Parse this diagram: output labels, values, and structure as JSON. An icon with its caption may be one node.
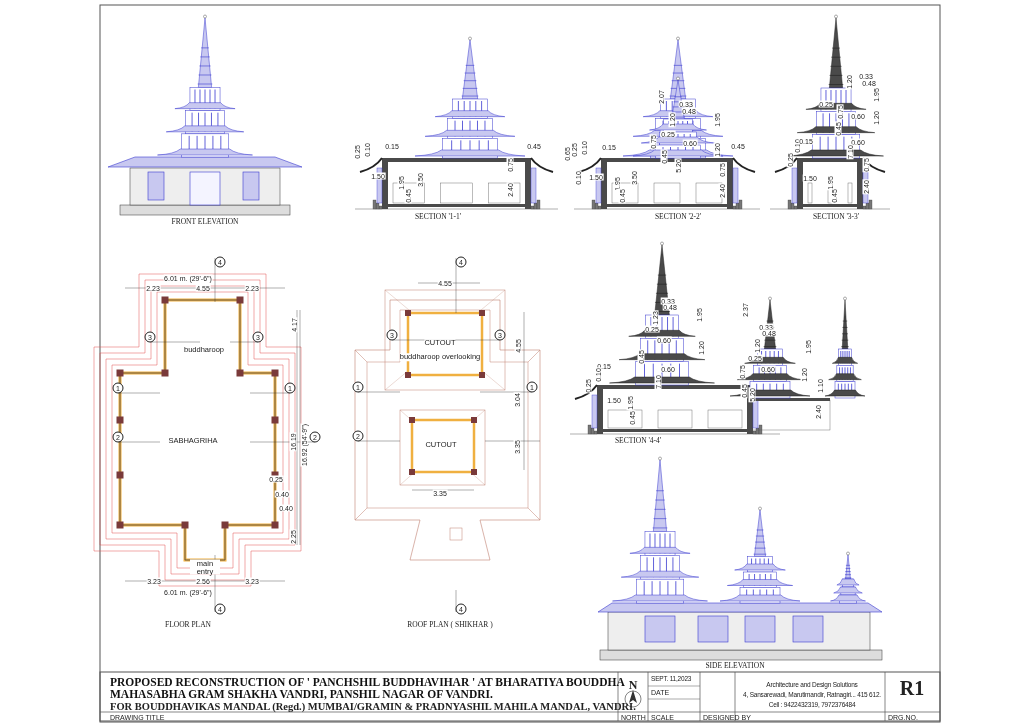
{
  "diagram": {
    "title": "PROPOSED RECONSTRUCTION OF ' PANCHSHIL BUDDHAVIHAR ' AT BHARATIYA BOUDDHA MAHASABHA GRAM SHAKHA VANDRI, PANSHIL NAGAR OF VANDRI.",
    "labels": [
      "FRONT ELEVATION",
      "0.25",
      "0.10",
      "0.15",
      "0.45",
      "1.50",
      "1.95",
      "0.45",
      "3.50",
      "0.75",
      "2.40",
      "SECTION '1-1'",
      "0.65",
      "0.25",
      "0.10",
      "0.15",
      "0.10",
      "1.50",
      "1.95",
      "0.45",
      "3.50",
      "2.07",
      "0.33",
      "0.48",
      "1.20",
      "1.95",
      "0.25",
      "0.75",
      "0.60",
      "1.20",
      "0.45",
      "5.20",
      "0.45",
      "0.75",
      "2.40",
      "SECTION '2-2'",
      "0.33",
      "0.48",
      "1.20",
      "1.95",
      "0.25",
      "0.75",
      "0.60",
      "1.20",
      "0.45",
      "0.10",
      "0.15",
      "0.60",
      "0.25",
      "7.10",
      "1.50",
      "1.95",
      "0.45",
      "0.75",
      "2.40",
      "SECTION '3-3'",
      "0.33",
      "0.48",
      "1.23",
      "1.95",
      "0.25",
      "0.60",
      "1.20",
      "0.45",
      "0.15",
      "0.10",
      "0.60",
      "0.25",
      "7.10",
      "1.50",
      "1.95",
      "0.45",
      "2.37",
      "0.33",
      "0.48",
      "1.20",
      "1.95",
      "0.25",
      "0.75",
      "0.60",
      "1.20",
      "0.45",
      "5.20",
      "1.10",
      "2.40",
      "SECTION '4-4'",
      "4",
      "6.01 m. (29'-6\")",
      "2.23",
      "4.55",
      "2.23",
      "3",
      "3",
      "4.17",
      "buddharoop",
      "1",
      "1",
      "2",
      "2",
      "SABHAGRIHA",
      "16.19",
      "16.92 (54'-9\")",
      "0.25",
      "0.40",
      "0.40",
      "2.25",
      "main entry",
      "3.23",
      "2.56",
      "3.23",
      "6.01 m. (29'-6\")",
      "4",
      "FLOOR PLAN",
      "4",
      "4.55",
      "3",
      "3",
      "CUTOUT",
      "buddharoop overlooking",
      "4.55",
      "1",
      "1",
      "2",
      "3.04",
      "3.35",
      "CUTOUT",
      "3.35",
      "4",
      "ROOF PLAN ( SHIKHAR )",
      "SIDE ELEVATION",
      "FOR BOUDDHAVIKAS MANDAL (Regd.) MUMBAI/GRAMIN & PRADNYASHIL MAHILA MANDAL, VANDRI.",
      "DRAWING TITLE",
      "N",
      "NORTH",
      "SEPT. 11,2023",
      "DATE",
      "SCALE",
      "DESIGNED BY",
      "Architecture and Design Solutions",
      "4, Sansarewadi, Marutimandir, Ratnagiri... 415 612.",
      "Cell : 9422432319, 7972376484",
      "R1",
      "DRG.NO."
    ]
  }
}
